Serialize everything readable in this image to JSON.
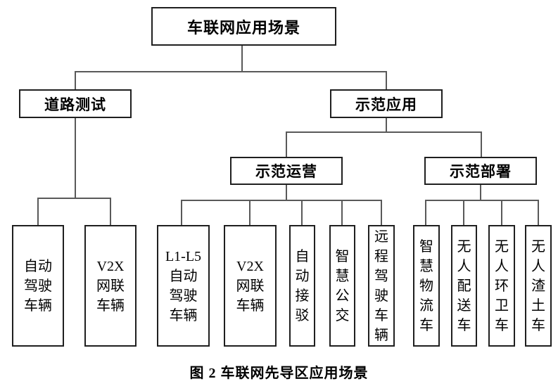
{
  "figure": {
    "caption": "图 2 车联网先导区应用场景"
  },
  "tree": {
    "root": {
      "label": "车联网应用场景"
    },
    "branches": [
      {
        "label": "道路测试"
      },
      {
        "label": "示范应用"
      }
    ],
    "subbranches": [
      {
        "label": "示范运营"
      },
      {
        "label": "示范部署"
      }
    ],
    "leaves": [
      {
        "label": "自动\n驾驶\n车辆"
      },
      {
        "label": "V2X\n网联\n车辆"
      },
      {
        "label": "L1-L5\n自动\n驾驶\n车辆"
      },
      {
        "label": "V2X\n网联\n车辆"
      },
      {
        "label": "自\n动\n接\n驳"
      },
      {
        "label": "智\n慧\n公\n交"
      },
      {
        "label": "远\n程\n驾\n驶\n车\n辆"
      },
      {
        "label": "智\n慧\n物\n流\n车"
      },
      {
        "label": "无\n人\n配\n送\n车"
      },
      {
        "label": "无\n人\n环\n卫\n车"
      },
      {
        "label": "无\n人\n渣\n土\n车"
      }
    ]
  },
  "colors": {
    "box_border": "#1f1f1f",
    "connector": "#595959",
    "text": "#000000",
    "background": "#ffffff"
  }
}
